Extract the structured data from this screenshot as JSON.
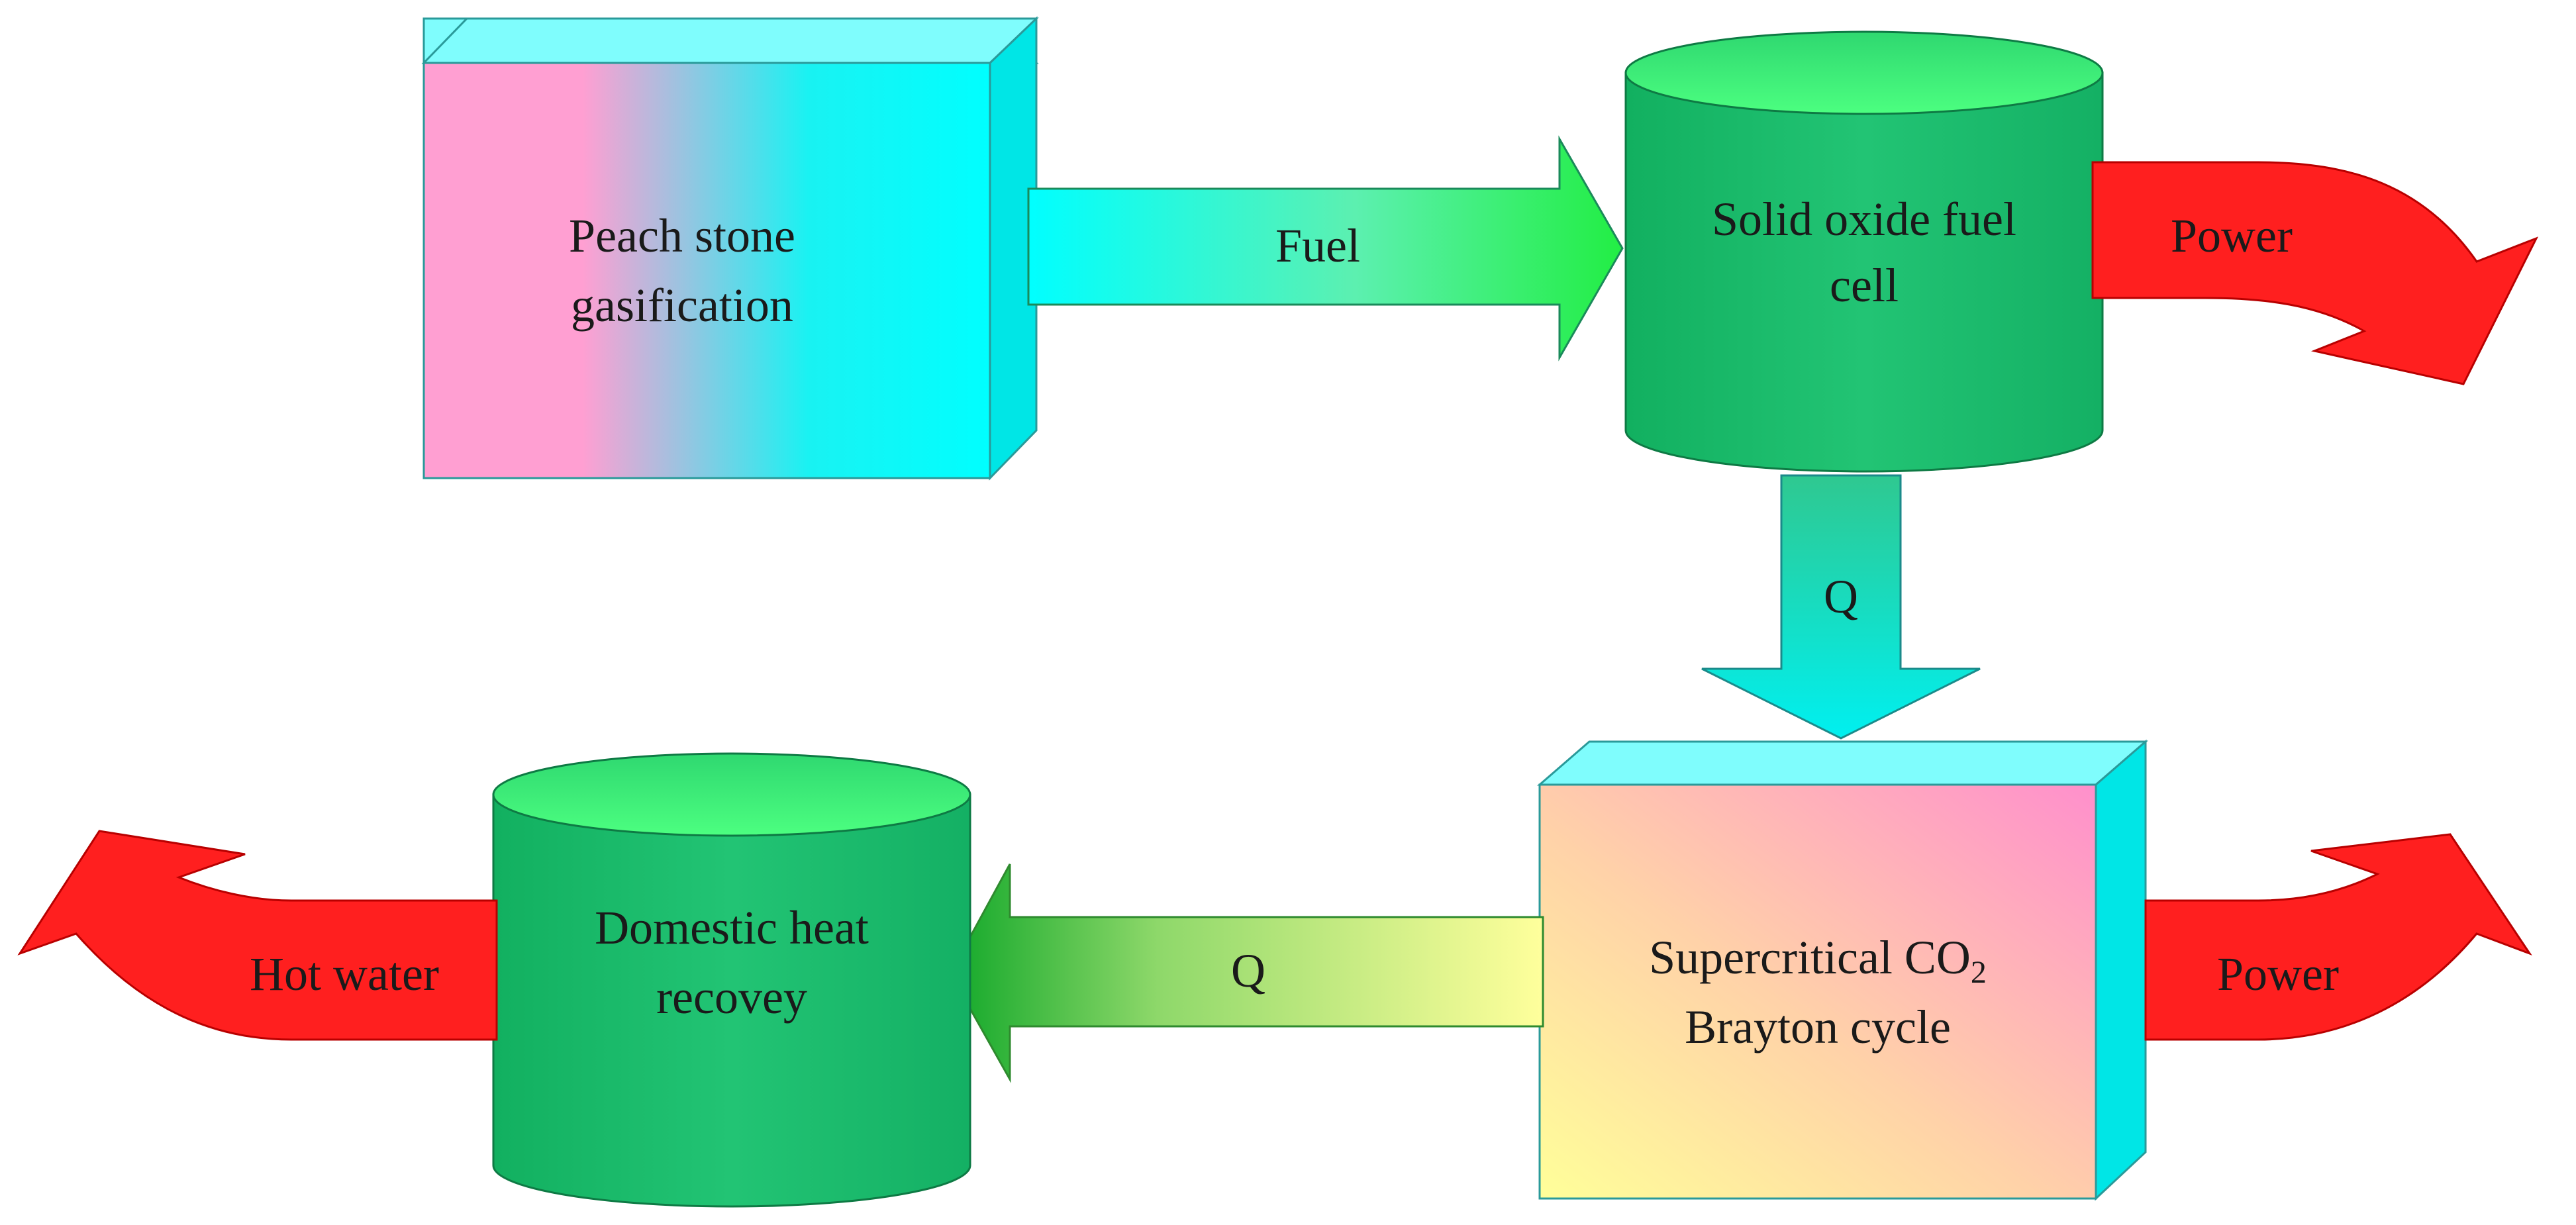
{
  "nodes": {
    "gasification": {
      "line1": "Peach stone",
      "line2": "gasification"
    },
    "sofc": {
      "line1": "Solid oxide fuel",
      "line2": "cell"
    },
    "brayton": {
      "line1_main": "Supercritical CO",
      "line1_sub": "2",
      "line2": "Brayton cycle"
    },
    "heat_recovery": {
      "line1": "Domestic heat",
      "line2": "recovey"
    }
  },
  "flows": {
    "fuel": "Fuel",
    "q_down": "Q",
    "q_left": "Q",
    "power_top": "Power",
    "power_bottom": "Power",
    "hot_water": "Hot water"
  },
  "colors": {
    "cylinder_green": "#20b870",
    "cylinder_top": "#40ff7a",
    "red_arrow": "#ff2020",
    "cyan": "#00ffff",
    "pink": "#ff99cc",
    "yellow": "#ffff99"
  }
}
